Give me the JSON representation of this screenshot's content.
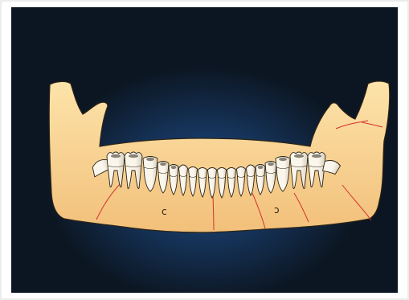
{
  "figure": {
    "kind": "illustration",
    "subject": "mandible-with-teeth",
    "letter_marks": [
      {
        "id": "mark-left",
        "text": "c"
      },
      {
        "id": "mark-right",
        "text": "ɔ"
      }
    ]
  },
  "colors": {
    "frame_border": "#d9d9d9",
    "background_dark": "#0c1622",
    "background_blue": "#1e4e8c",
    "bone_light": "#fde3aa",
    "bone_dark": "#f2c07a",
    "outline": "#2b2417",
    "fracture_line": "#d2322c",
    "tooth_fill": "#fbf6ec",
    "tooth_shadow": "#d8cfbf"
  }
}
